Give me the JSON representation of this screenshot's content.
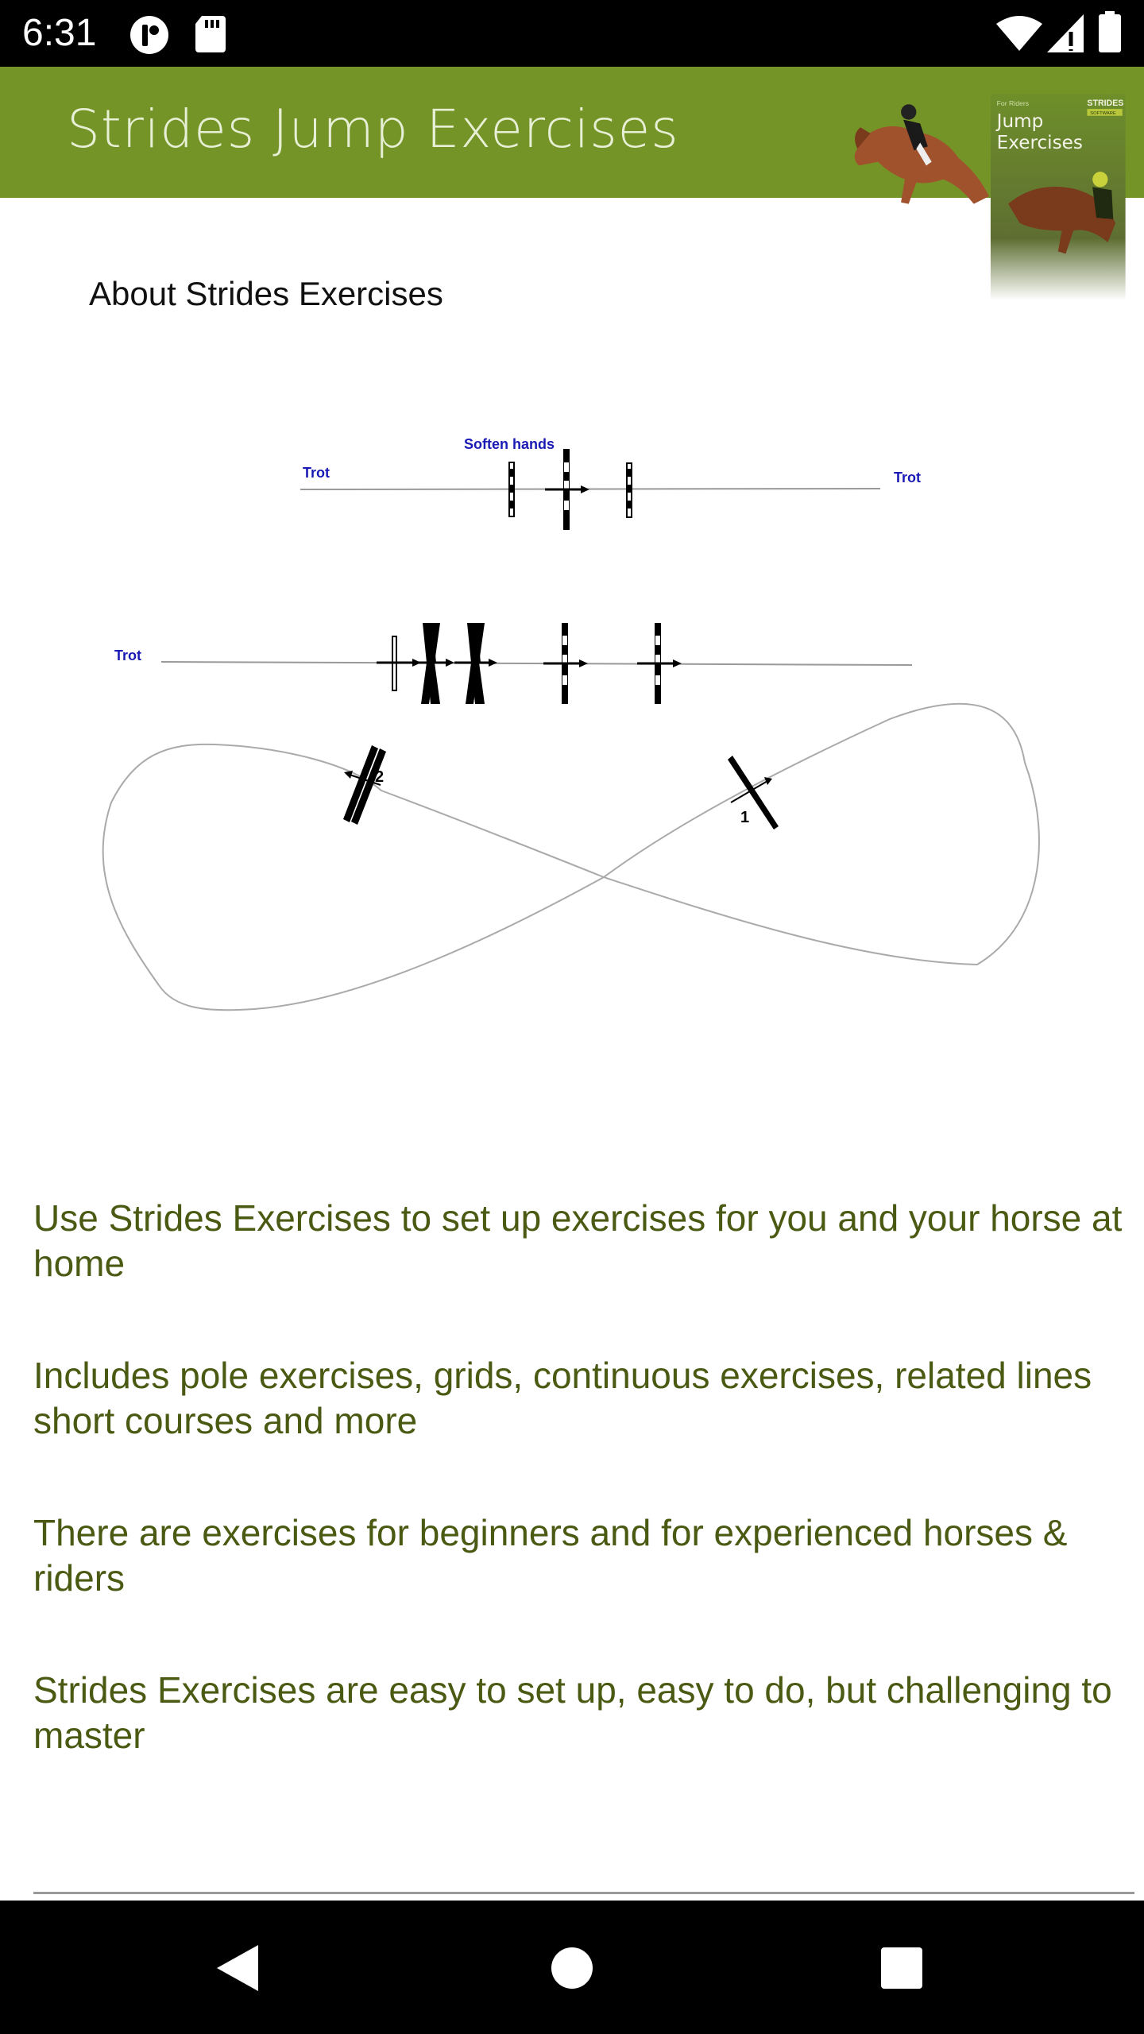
{
  "status_bar": {
    "time": "6:31",
    "icons": [
      "app-notification-icon",
      "sd-card-icon",
      "wifi-icon",
      "cell-signal-icon",
      "battery-icon"
    ]
  },
  "header": {
    "title": "Strides Jump Exercises",
    "brand_color": "#759427",
    "book": {
      "kicker": "For Riders",
      "brand": "STRIDES",
      "brand_sub": "SOFTWARE",
      "title_line1": "Jump",
      "title_line2": "Exercises"
    }
  },
  "about": {
    "title": "About Strides Exercises"
  },
  "diagram": {
    "labels": {
      "soften": "Soften hands",
      "trot_left_1": "Trot",
      "trot_right_1": "Trot",
      "trot_left_2": "Trot",
      "jump_1": "1",
      "jump_2": "2"
    },
    "label_color": "#1a1ab4"
  },
  "content": {
    "p1": "Use Strides Exercises to set up exercises for you and your horse at home",
    "p2": "Includes pole exercises, grids, continuous exercises, related lines short courses and more",
    "p3": "There are exercises for beginners and for experienced horses & riders",
    "p4": "Strides Exercises are easy to set up, easy to do, but challenging to master",
    "text_color": "#4a5a12"
  },
  "nav_bar": {
    "buttons": [
      "back-button",
      "home-button",
      "recents-button"
    ]
  }
}
